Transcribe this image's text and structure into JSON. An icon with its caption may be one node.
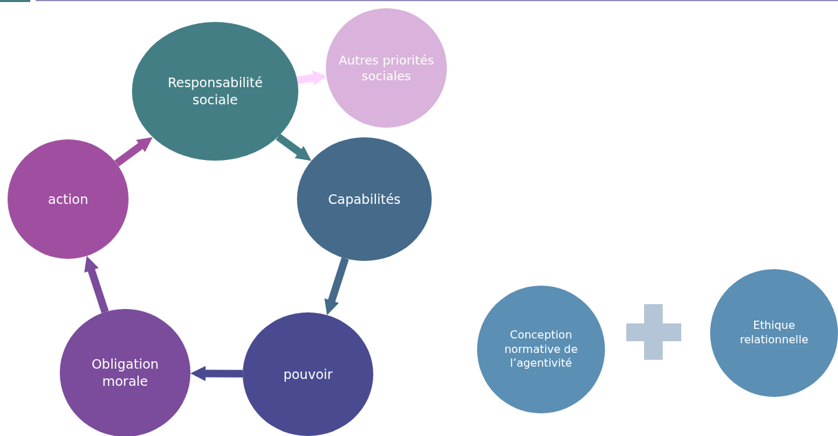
{
  "diagram": {
    "nodes": [
      {
        "text": [
          "Responsabilité sociale"
        ]
      },
      {
        "text": [
          "Autres priorités sociales"
        ]
      },
      {
        "text": [
          "Capabilités"
        ]
      },
      {
        "text": [
          "pouvoir"
        ]
      },
      {
        "text": [
          "Obligation morale"
        ]
      },
      {
        "text": [
          "action"
        ]
      },
      {
        "text": [
          "Conception normative de l’agentivité"
        ]
      },
      {
        "text": [
          "Ethique relationnelle"
        ]
      }
    ],
    "edges": [
      {
        "from": 0,
        "to": 1,
        "arrow": "to",
        "style": "thick",
        "color": "#ffd3ff"
      },
      {
        "from": 0,
        "to": 2,
        "arrow": "to",
        "style": "thick",
        "color": "#437e84"
      },
      {
        "from": 2,
        "to": 3,
        "arrow": "to",
        "style": "thick",
        "color": "#456a8a"
      },
      {
        "from": 3,
        "to": 4,
        "arrow": "to",
        "style": "thick",
        "color": "#4a4a90"
      },
      {
        "from": 4,
        "to": 5,
        "arrow": "to",
        "style": "thick",
        "color": "#7a4c9b"
      },
      {
        "from": 5,
        "to": 0,
        "arrow": "to",
        "style": "thick",
        "color": "#a04fa0"
      }
    ]
  }
}
